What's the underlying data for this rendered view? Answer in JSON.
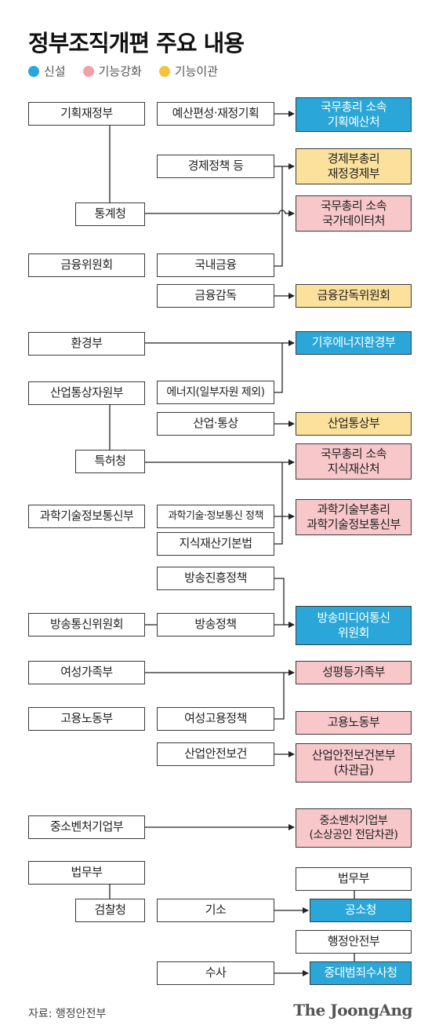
{
  "title": "정부조직개편 주요 내용",
  "legend": {
    "new": {
      "label": "신설",
      "color": "#2aa7d8"
    },
    "strengthen": {
      "label": "기능강화",
      "color": "#f2a0a6"
    },
    "transfer": {
      "label": "기능이관",
      "color": "#f5c33b"
    }
  },
  "left": {
    "mosf": "기획재정부",
    "statistics": "통계청",
    "fsc": "금융위원회",
    "env": "환경부",
    "motie": "산업통상자원부",
    "kipo": "특허청",
    "msit": "과학기술정보통신부",
    "kcc": "방송통신위원회",
    "mogef": "여성가족부",
    "moel": "고용노동부",
    "mss": "중소벤처기업부",
    "moj": "법무부",
    "prosecution": "검찰청"
  },
  "mid": {
    "budget": "예산편성·재정기획",
    "econ_policy": "경제정책 등",
    "domestic_finance": "국내금융",
    "fin_supervision": "금융감독",
    "energy": "에너지(일부자원 제외)",
    "industry_trade": "산업·통상",
    "sci_ict_policy": "과학기술·정보통신 정책",
    "ip_basic_law": "지식재산기본법",
    "broadcast_promo": "방송진흥정책",
    "broadcast_policy": "방송정책",
    "women_employment": "여성고용정책",
    "industrial_safety": "산업안전보건",
    "prosecute": "기소",
    "investigate": "수사"
  },
  "right": {
    "budget_office": "국무총리 소속\n기획예산처",
    "deputy_pm_econ": "경제부총리\n재정경제부",
    "data_office": "국무총리 소속\n국가데이터처",
    "fss_commission": "금융감독위원회",
    "climate_energy": "기후에너지환경부",
    "trade_ministry": "산업통상부",
    "ip_office": "국무총리 소속\n지식재산처",
    "deputy_pm_sci": "과학기술부총리\n과학기술정보통신부",
    "broadcast_media": "방송미디어통신\n위원회",
    "gender_equality": "성평등가족부",
    "moel_new": "고용노동부",
    "safety_hq": "산업안전보건본부\n(차관급)",
    "mss_new": "중소벤처기업부\n(소상공인 전담차관)",
    "moj_right": "법무부",
    "public_prosecution": "공소청",
    "mois": "행정안전부",
    "serious_crime": "중대범죄수사청"
  },
  "footer": {
    "source": "자료: 행정안전부",
    "logo": "The JoongAng"
  }
}
